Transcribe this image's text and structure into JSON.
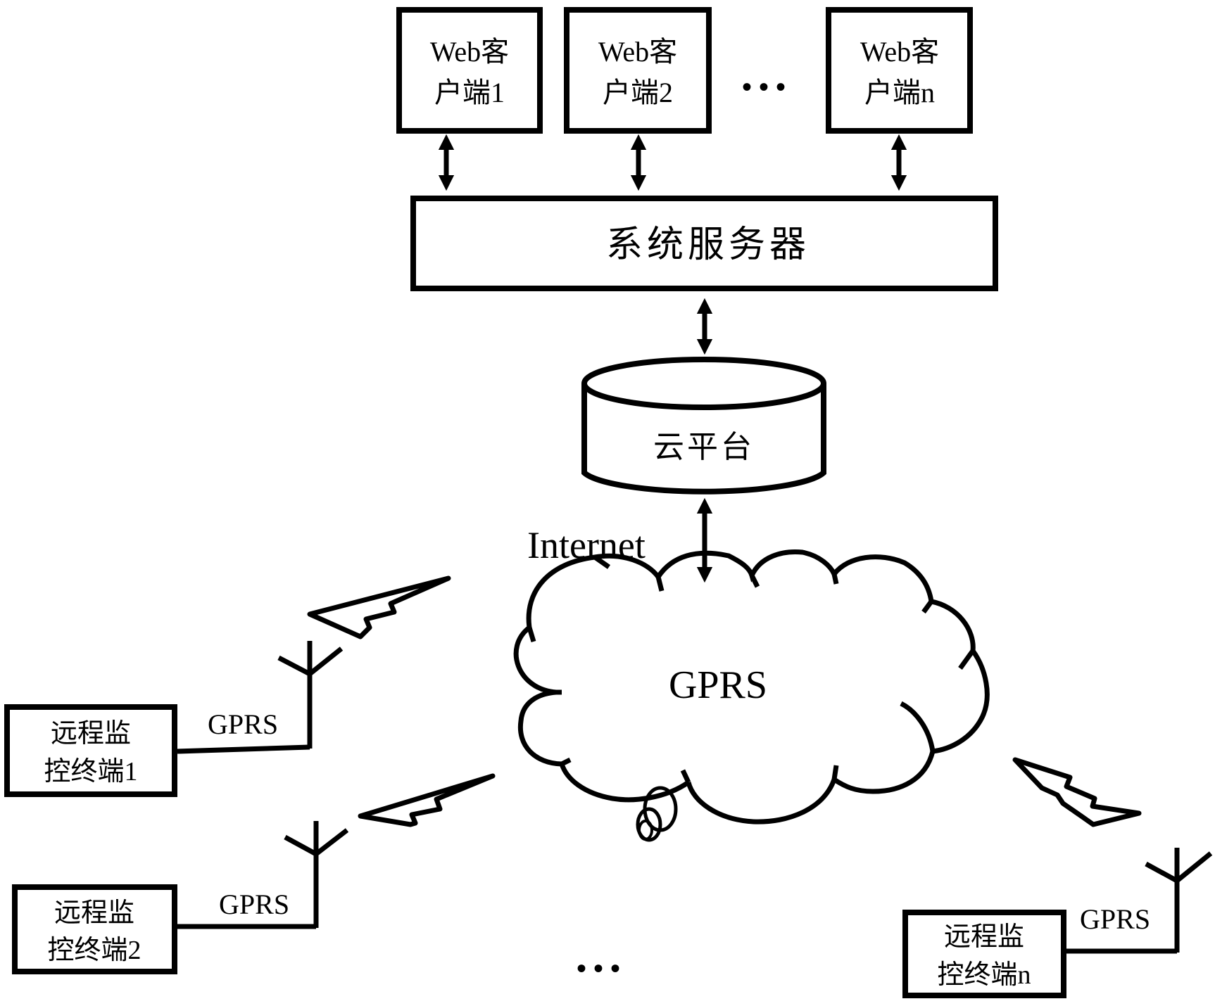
{
  "diagram": {
    "type": "network-architecture",
    "web_clients": [
      {
        "line1": "Web客",
        "line2": "户端1"
      },
      {
        "line1": "Web客",
        "line2": "户端2"
      },
      {
        "line1": "Web客",
        "line2": "户端n"
      }
    ],
    "web_clients_ellipsis": "• • •",
    "server": {
      "label": "系统服务器"
    },
    "cloud_platform": {
      "label": "云平台"
    },
    "internet_label": "Internet",
    "gprs_cloud": {
      "label": "GPRS"
    },
    "terminals": [
      {
        "line1": "远程监",
        "line2": "控终端1",
        "link_label": "GPRS"
      },
      {
        "line1": "远程监",
        "line2": "控终端2",
        "link_label": "GPRS"
      },
      {
        "line1": "远程监",
        "line2": "控终端n",
        "link_label": "GPRS"
      }
    ],
    "terminals_ellipsis": "• • •",
    "colors": {
      "stroke": "#000000",
      "background": "#ffffff"
    }
  }
}
